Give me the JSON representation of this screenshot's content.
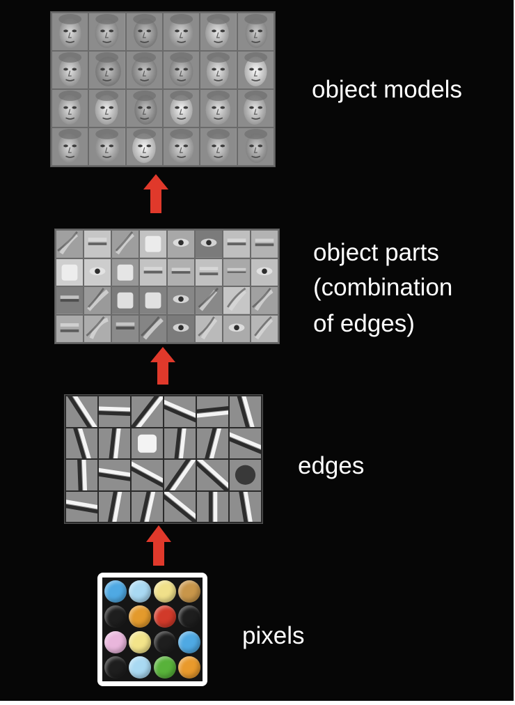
{
  "labels": {
    "object_models": "object models",
    "object_parts_line1": "object parts",
    "object_parts_line2": "(combination",
    "object_parts_line3": "of edges)",
    "edges": "edges",
    "pixels": "pixels"
  },
  "colors": {
    "background": "#060606",
    "arrow": "#e0392b",
    "label_text": "#ffffff"
  },
  "icons": [
    "up-arrow-icon",
    "up-arrow-icon",
    "up-arrow-icon"
  ],
  "grids": {
    "object_models": {
      "rows": 4,
      "cols": 6
    },
    "object_parts": {
      "rows": 4,
      "cols": 8
    },
    "edges": {
      "rows": 4,
      "cols": 6
    },
    "pixels": {
      "rows": 4,
      "cols": 4
    }
  },
  "pixel_colors": [
    "#4fa9e3",
    "#a9d9f2",
    "#f0e08a",
    "#c8964a",
    "#1e1e1e",
    "#e39a2c",
    "#d13a2a",
    "#1e1e1e",
    "#e9b6dc",
    "#f3e48a",
    "#1e1e1e",
    "#4fa9e3",
    "#1e1e1e",
    "#a9d9f2",
    "#58b23a",
    "#e99a2c"
  ]
}
